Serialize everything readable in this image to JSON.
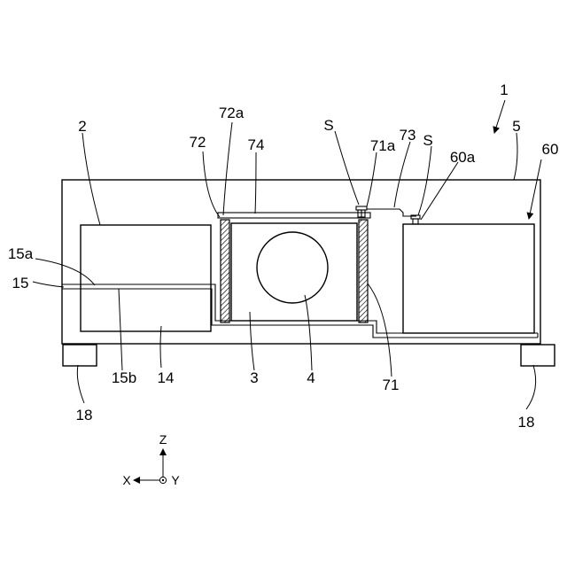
{
  "labels": {
    "device": "1",
    "l2": "2",
    "l3": "3",
    "l4": "4",
    "l5": "5",
    "l14": "14",
    "l15": "15",
    "l15a": "15a",
    "l15b": "15b",
    "l18_left": "18",
    "l18_right": "18",
    "l60": "60",
    "l60a": "60a",
    "l71": "71",
    "l71a": "71a",
    "l72": "72",
    "l72a": "72a",
    "l73": "73",
    "l74": "74",
    "s_left": "S",
    "s_right": "S"
  },
  "axes": {
    "z": "Z",
    "x": "X",
    "y": "Y"
  }
}
